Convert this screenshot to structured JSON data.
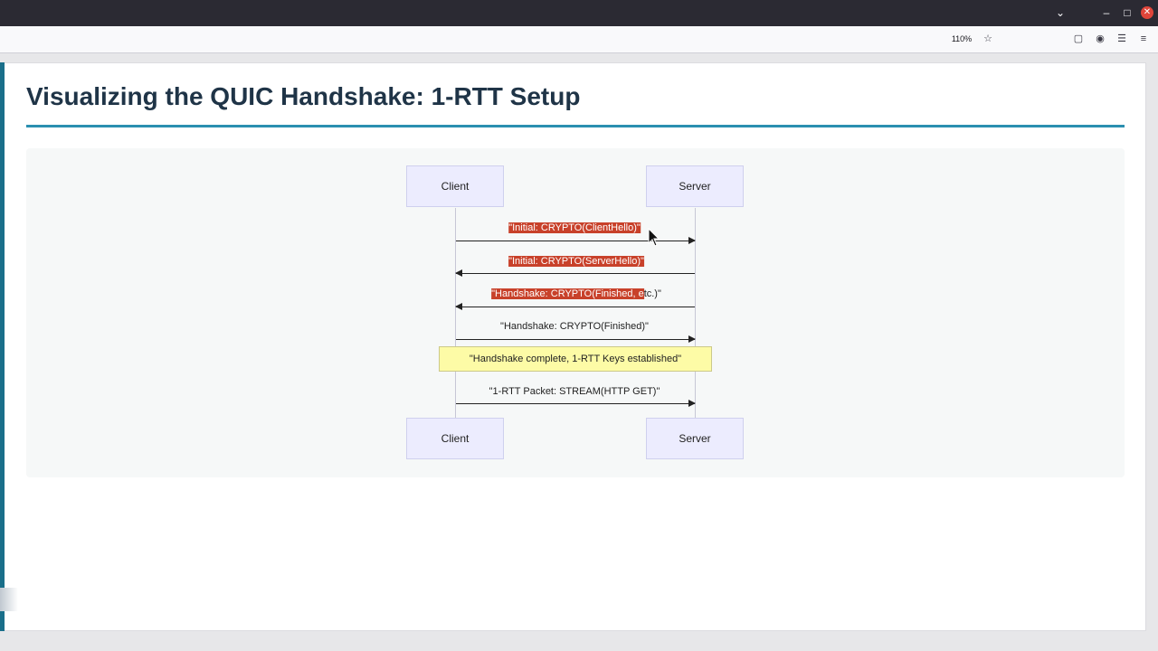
{
  "browser": {
    "zoom": "110%",
    "icons": [
      "chevron-down-icon",
      "minimize-icon",
      "maximize-icon",
      "close-icon",
      "bookmark-star-icon",
      "pocket-icon",
      "account-icon",
      "extensions-icon",
      "menu-icon"
    ]
  },
  "page": {
    "title": "Visualizing the QUIC Handshake: 1-RTT Setup"
  },
  "diagram": {
    "actors_top": {
      "client": "Client",
      "server": "Server"
    },
    "actors_bottom": {
      "client": "Client",
      "server": "Server"
    },
    "messages": [
      {
        "text": "\"Initial: CRYPTO(ClientHello)\"",
        "direction": "client-to-server",
        "highlighted": true
      },
      {
        "text": "\"Initial: CRYPTO(ServerHello)\"",
        "direction": "server-to-client",
        "highlighted": true
      },
      {
        "text_highlighted": "\"Handshake: CRYPTO(Finished, e",
        "text_rest": "tc.)\"",
        "direction": "server-to-client",
        "highlighted": "partial"
      },
      {
        "text": "\"Handshake: CRYPTO(Finished)\"",
        "direction": "client-to-server",
        "highlighted": false
      },
      {
        "text": "\"1-RTT Packet: STREAM(HTTP GET)\"",
        "direction": "client-to-server",
        "highlighted": false
      }
    ],
    "note": "\"Handshake complete, 1-RTT Keys established\"",
    "colors": {
      "highlight": "#c8412a",
      "actor_fill": "#ececfe",
      "note_fill": "#fdfba6",
      "accent": "#2b8fb0"
    }
  }
}
